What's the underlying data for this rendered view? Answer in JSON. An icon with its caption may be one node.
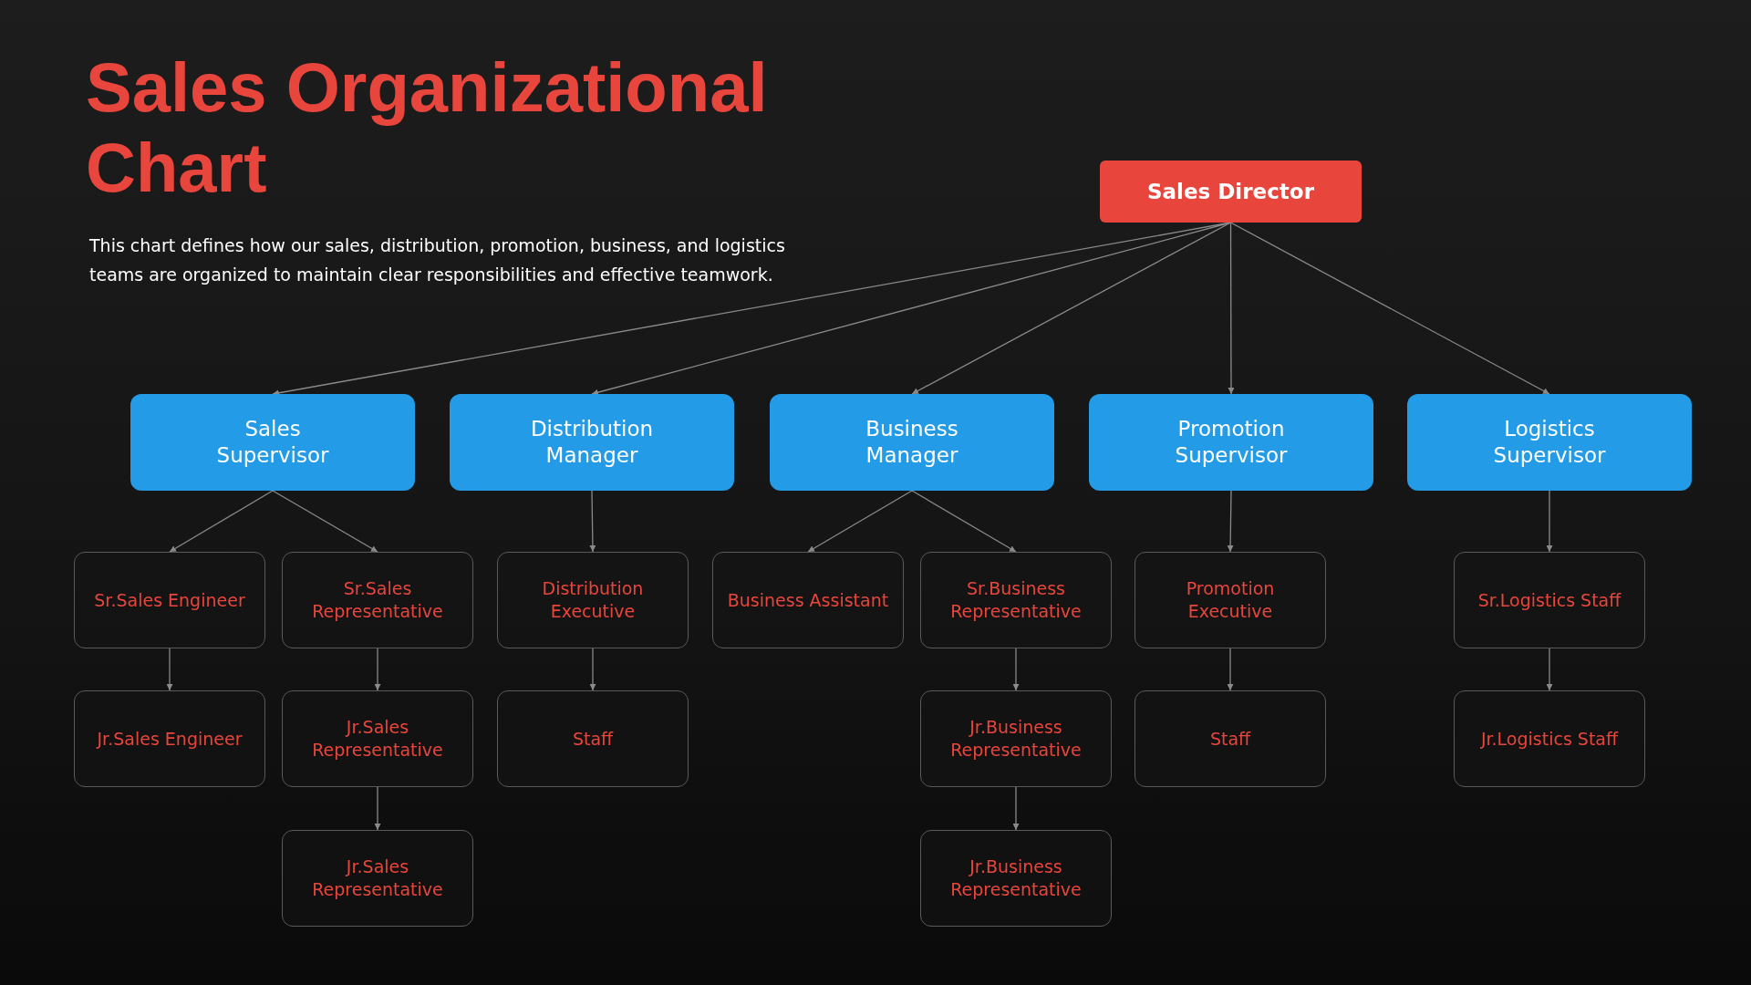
{
  "diagram": {
    "title": "Sales Organizational Chart",
    "nodes": [
      {
        "text": [
          "Sales Director"
        ]
      },
      {
        "text": [
          "Sales Supervisor"
        ]
      },
      {
        "text": [
          "Distribution Manager"
        ]
      },
      {
        "text": [
          "Business Manager"
        ]
      },
      {
        "text": [
          "Promotion Supervisor"
        ]
      },
      {
        "text": [
          "Logistics Supervisor"
        ]
      },
      {
        "text": [
          "Sr.Sales Engineer"
        ]
      },
      {
        "text": [
          "Sr.Sales Representative"
        ]
      },
      {
        "text": [
          "Jr.Sales Engineer"
        ]
      },
      {
        "text": [
          "Jr.Sales Representative"
        ]
      },
      {
        "text": [
          "Jr.Sales Representative"
        ]
      },
      {
        "text": [
          "Distribution Executive"
        ]
      },
      {
        "text": [
          "Staff"
        ]
      },
      {
        "text": [
          "Business Assistant"
        ]
      },
      {
        "text": [
          "Sr.Business Representative"
        ]
      },
      {
        "text": [
          "Jr.Business Representative"
        ]
      },
      {
        "text": [
          "Jr.Business Representative"
        ]
      },
      {
        "text": [
          "Promotion Executive"
        ]
      },
      {
        "text": [
          "Staff"
        ]
      },
      {
        "text": [
          "Sr.Logistics Staff"
        ]
      },
      {
        "text": [
          "Jr.Logistics Staff"
        ]
      }
    ],
    "edges": [
      {
        "from": 0,
        "to": 1,
        "arrow": "to"
      },
      {
        "from": 0,
        "to": 2,
        "arrow": "to"
      },
      {
        "from": 0,
        "to": 3,
        "arrow": "to"
      },
      {
        "from": 0,
        "to": 4,
        "arrow": "to"
      },
      {
        "from": 0,
        "to": 5,
        "arrow": "to"
      },
      {
        "from": 1,
        "to": 6,
        "arrow": "to"
      },
      {
        "from": 1,
        "to": 7,
        "arrow": "to"
      },
      {
        "from": 6,
        "to": 8,
        "arrow": "to"
      },
      {
        "from": 7,
        "to": 9,
        "arrow": "to"
      },
      {
        "from": 9,
        "to": 10,
        "arrow": "to"
      },
      {
        "from": 2,
        "to": 11,
        "arrow": "to"
      },
      {
        "from": 11,
        "to": 12,
        "arrow": "to"
      },
      {
        "from": 3,
        "to": 13,
        "arrow": "to"
      },
      {
        "from": 3,
        "to": 14,
        "arrow": "to"
      },
      {
        "from": 14,
        "to": 15,
        "arrow": "to"
      },
      {
        "from": 15,
        "to": 16,
        "arrow": "to"
      },
      {
        "from": 4,
        "to": 17,
        "arrow": "to"
      },
      {
        "from": 17,
        "to": 18,
        "arrow": "to"
      },
      {
        "from": 5,
        "to": 19,
        "arrow": "to"
      },
      {
        "from": 19,
        "to": 20,
        "arrow": "to"
      }
    ],
    "labels": [
      "This chart defines how our sales, distribution, promotion, business, and logistics teams are organized to maintain clear responsibilities and effective teamwork."
    ]
  }
}
